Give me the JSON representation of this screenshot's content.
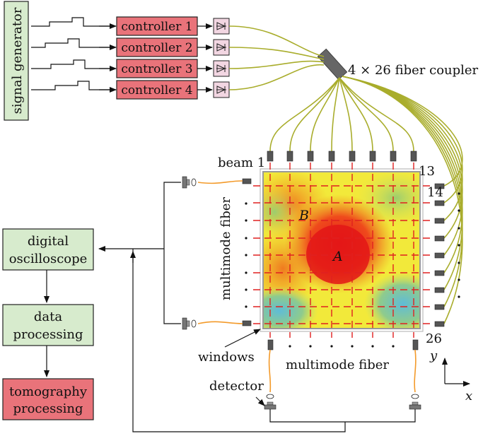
{
  "signal_generator": "signal generator",
  "controllers": [
    "controller 1",
    "controller 2",
    "controller 3",
    "controller 4"
  ],
  "coupler": "4 × 26 fiber coupler",
  "beam_label": "beam 1",
  "beam_numbers": {
    "n13": "13",
    "n14": "14",
    "n26": "26"
  },
  "multimode_fiber_left": "multimode fiber",
  "multimode_fiber_bottom": "multimode fiber",
  "windows": "windows",
  "detector": "detector",
  "point_b": "B",
  "point_a": "A",
  "axes": {
    "y": "y",
    "x": "x"
  },
  "blocks": {
    "oscilloscope": [
      "digital",
      "oscilloscope"
    ],
    "processing": [
      "data",
      "processing"
    ],
    "tomography": [
      "tomography",
      "processing"
    ]
  },
  "colors": {
    "green_block": "#d7ebcd",
    "red_block": "#e9737a",
    "fiber": "#a9ad2c",
    "orange_fiber": "#f39a2a",
    "dash": "#e02020"
  }
}
